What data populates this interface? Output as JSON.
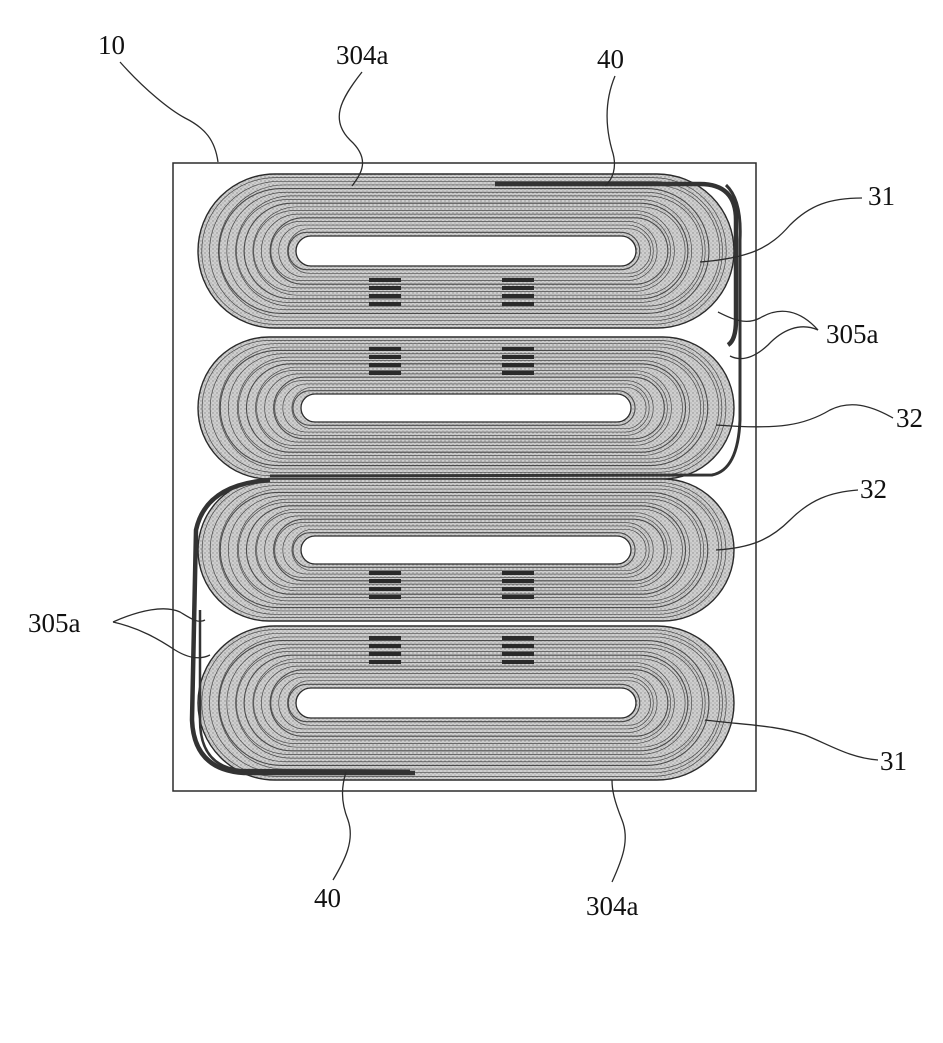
{
  "figure": {
    "labels": {
      "housing": "10",
      "gap_top": "304a",
      "gap_bottom": "304a",
      "tab_top": "40",
      "tab_bottom": "40",
      "cell_31_top": "31",
      "cell_31_bottom": "31",
      "cell_32_upper": "32",
      "cell_32_lower": "32",
      "bend_right": "305a",
      "bend_left": "305a"
    },
    "colors": {
      "line": "#2b2b2b",
      "fill": "#c9c9c9",
      "background": "#ffffff"
    }
  }
}
